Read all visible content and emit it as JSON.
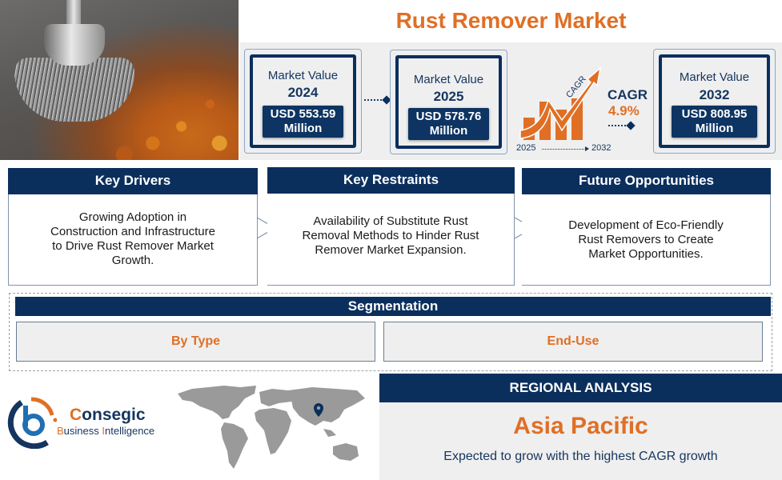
{
  "header": {
    "title": "Rust Remover Market",
    "image_alt": "wire-brush-removing-rust-photo"
  },
  "market_values": [
    {
      "label": "Market Value",
      "year": "2024",
      "value_line1": "USD 553.59",
      "value_line2": "Million"
    },
    {
      "label": "Market Value",
      "year": "2025",
      "value_line1": "USD 578.76",
      "value_line2": "Million"
    },
    {
      "label": "Market Value",
      "year": "2032",
      "value_line1": "USD 808.95",
      "value_line2": "Million"
    }
  ],
  "cagr": {
    "graphic_label": "CAGR",
    "title": "CAGR",
    "value": "4.9%",
    "start_year": "2025",
    "end_year": "2032"
  },
  "cards": [
    {
      "title": "Key Drivers",
      "text_lines": [
        "Growing Adoption in",
        "Construction and Infrastructure",
        "to Drive Rust Remover Market",
        "Growth."
      ]
    },
    {
      "title": "Key Restraints",
      "text_lines": [
        "Availability of Substitute Rust",
        "Removal Methods to Hinder Rust",
        "Remover Market Expansion."
      ]
    },
    {
      "title": "Future Opportunities",
      "text_lines": [
        "Development of Eco-Friendly",
        "Rust Removers to Create",
        "Market Opportunities."
      ]
    }
  ],
  "segmentation": {
    "title": "Segmentation",
    "items": [
      "By Type",
      "End-Use"
    ]
  },
  "logo": {
    "name_initial": "C",
    "name_rest": "onsegic",
    "tagline_b": "B",
    "tagline_mid": "usiness ",
    "tagline_i": "I",
    "tagline_rest": "ntelligence"
  },
  "regional": {
    "title": "REGIONAL ANALYSIS",
    "region": "Asia Pacific",
    "description": "Expected to grow with the highest CAGR growth"
  },
  "colors": {
    "navy": "#0b2f5d",
    "orange": "#e06f25",
    "light_gray": "#efefef",
    "map_gray": "#9a9a9a"
  }
}
